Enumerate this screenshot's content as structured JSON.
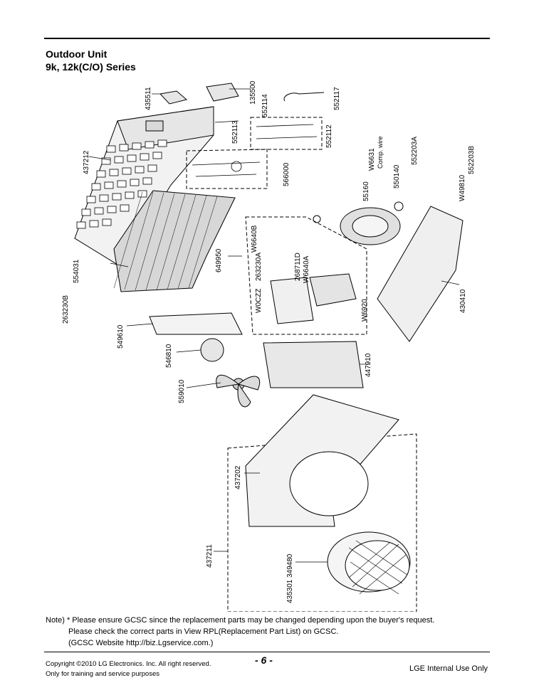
{
  "header": {
    "title_line1": "Outdoor Unit",
    "title_line2": "9k, 12k(C/O) Series"
  },
  "parts": [
    {
      "code": "435511"
    },
    {
      "code": "135500"
    },
    {
      "code": "552114"
    },
    {
      "code": "552117"
    },
    {
      "code": "552113"
    },
    {
      "code": "552112"
    },
    {
      "code": "437212"
    },
    {
      "code": "W6631"
    },
    {
      "code": "Comp. wire"
    },
    {
      "code": "552203A"
    },
    {
      "code": "552203B"
    },
    {
      "code": "566000"
    },
    {
      "code": "550140"
    },
    {
      "code": "55160"
    },
    {
      "code": "W49810"
    },
    {
      "code": "W6640B"
    },
    {
      "code": "649950"
    },
    {
      "code": "263230A"
    },
    {
      "code": "268711D"
    },
    {
      "code": "W6640A"
    },
    {
      "code": "554031"
    },
    {
      "code": "W0CZZ"
    },
    {
      "code": "W6920"
    },
    {
      "code": "430410"
    },
    {
      "code": "263230B"
    },
    {
      "code": "549610"
    },
    {
      "code": "546810"
    },
    {
      "code": "447910"
    },
    {
      "code": "559010"
    },
    {
      "code": "437202"
    },
    {
      "code": "437211"
    },
    {
      "code": "349480"
    },
    {
      "code": "435301"
    }
  ],
  "notes": {
    "line1": "Note) * Please ensure GCSC since the replacement parts may be changed depending upon the buyer's request.",
    "line2": "Please check  the correct parts in View RPL(Replacement Part List) on GCSC.",
    "line3": "(GCSC Website  http://biz.Lgservice.com.)"
  },
  "footer": {
    "copyright": "Copyright ©2010 LG Electronics. Inc. All right reserved.",
    "purpose": "Only for training and service purposes",
    "page_number": "- 6 -",
    "internal": "LGE Internal Use Only"
  }
}
